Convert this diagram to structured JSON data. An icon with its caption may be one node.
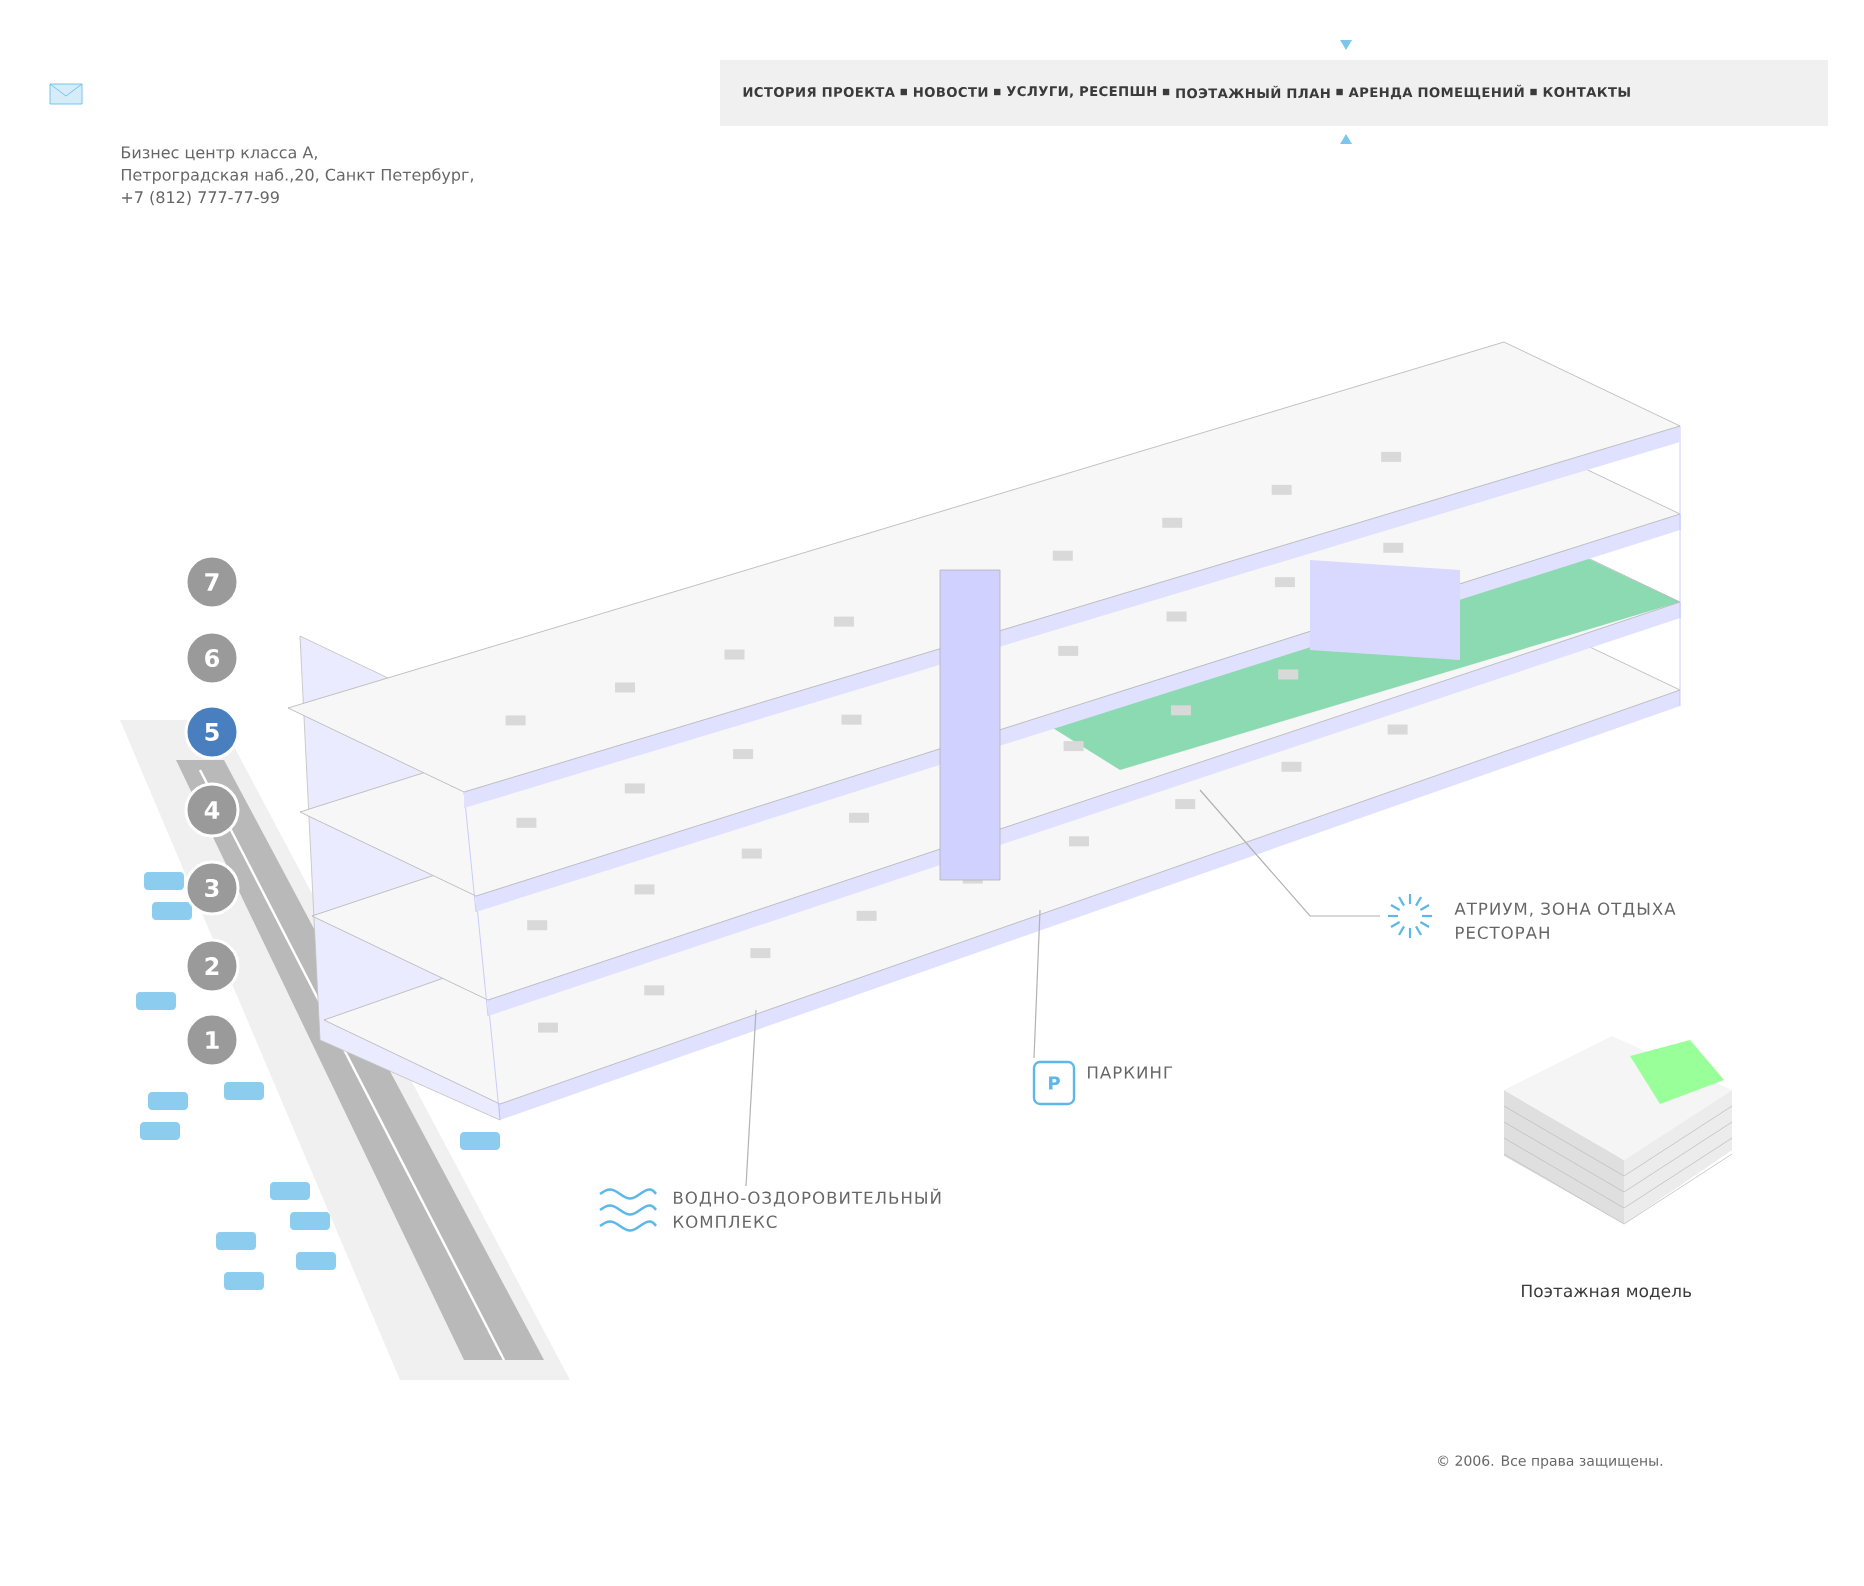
{
  "diagram": {
    "nodes": [
      {
        "text": [
          "7"
        ]
      },
      {
        "text": [
          "6"
        ]
      },
      {
        "text": [
          "5"
        ]
      },
      {
        "text": [
          "4"
        ]
      },
      {
        "text": [
          "3"
        ]
      },
      {
        "text": [
          "2"
        ]
      },
      {
        "text": [
          "1"
        ]
      },
      {
        "text": [
          "АТРИУМ, ЗОНА ОТДЫХА РЕСТОРАН"
        ]
      },
      {
        "text": [
          "ПАРКИНГ"
        ]
      },
      {
        "text": [
          "ВОДНО-ОЗДОРОВИТЕЛЬНЫЙ КОМПЛЕКС"
        ]
      }
    ],
    "edges": [
      {
        "from": 7,
        "to": null,
        "arrow": "none"
      },
      {
        "from": 8,
        "to": null,
        "arrow": "none"
      },
      {
        "from": 9,
        "to": null,
        "arrow": "none"
      }
    ],
    "labels": [
      "Бизнес центр класса А,",
      "Петроградская наб.,20, Санкт Петербург,",
      "+7 (812) 777-77-99",
      "ИСТОРИЯ ПРОЕКТА",
      "НОВОСТИ",
      "УСЛУГИ, РЕСЕПШН",
      "ПОЭТАЖНЫЙ ПЛАН",
      "АРЕНДА ПОМЕЩЕНИЙ",
      "КОНТАКТЫ",
      "Поэтажная модель",
      "© 2006. Все права защищены.",
      "P"
    ]
  }
}
